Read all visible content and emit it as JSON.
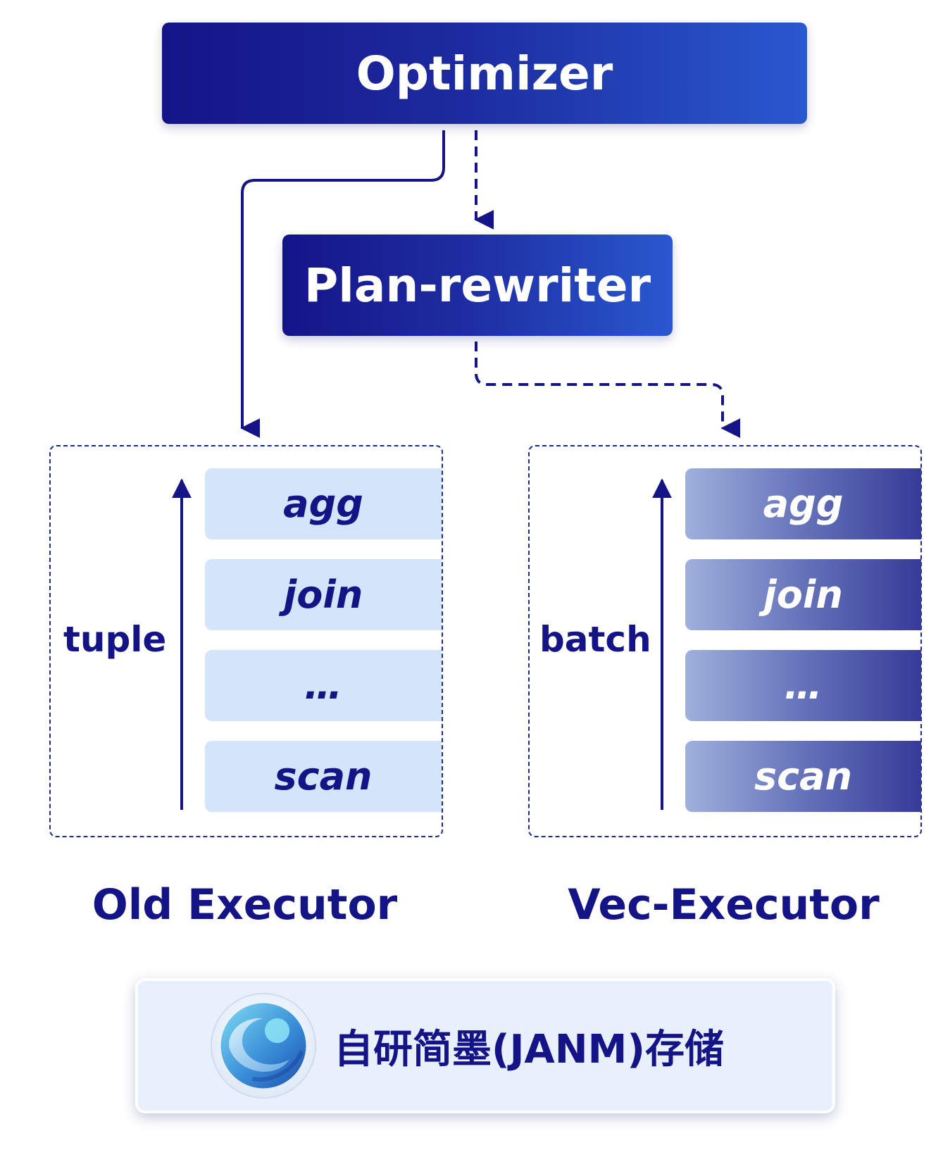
{
  "optimizer": {
    "label": "Optimizer"
  },
  "plan_rewriter": {
    "label": "Plan-rewriter"
  },
  "old_executor": {
    "title": "Old Executor",
    "flow_label": "tuple",
    "stages": [
      "agg",
      "join",
      "…",
      "scan"
    ]
  },
  "vec_executor": {
    "title": "Vec-Executor",
    "flow_label": "batch",
    "stages": [
      "agg",
      "join",
      "…",
      "scan"
    ]
  },
  "storage": {
    "label": "自研简墨(JANM)存储"
  },
  "colors": {
    "navy": "#141487",
    "blue": "#2a58cf",
    "light_stage": "#d4e5fb",
    "storage_bg": "#e7f0fc"
  }
}
